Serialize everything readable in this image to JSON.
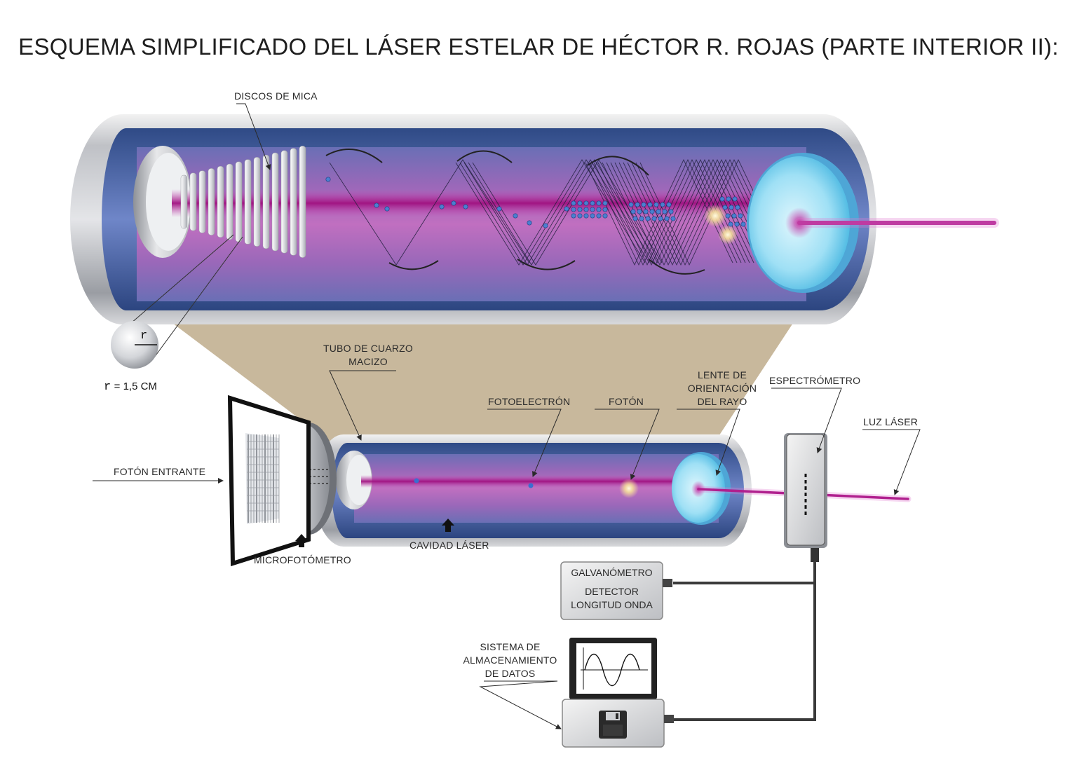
{
  "title": "ESQUEMA SIMPLIFICADO DEL LÁSER ESTELAR DE HÉCTOR R. ROJAS (PARTE INTERIOR II):",
  "labels": {
    "discos_mica": "DISCOS DE MICA",
    "radius_symbol": "r",
    "radius_value": "= 1,5 CM",
    "tubo_cuarzo_line1": "TUBO DE CUARZO",
    "tubo_cuarzo_line2": "MACIZO",
    "fotoelectron": "FOTOELECTRÓN",
    "foton": "FOTÓN",
    "lente_line1": "LENTE DE",
    "lente_line2": "ORIENTACIÓN",
    "lente_line3": "DEL RAYO",
    "espectrometro": "ESPECTRÓMETRO",
    "luz_laser": "LUZ LÁSER",
    "foton_entrante": "FOTÓN ENTRANTE",
    "microfotometro": "MICROFOTÓMETRO",
    "cavidad_laser": "CAVIDAD LÁSER",
    "galvanometro": "GALVANÓMETRO",
    "detector_line1": "DETECTOR",
    "detector_line2": "LONGITUD ONDA",
    "sistema_line1": "SISTEMA DE",
    "sistema_line2": "ALMACENAMIENTO",
    "sistema_line3": "DE DATOS"
  },
  "colors": {
    "tube_blue": "#3e5d9c",
    "tube_violet": "#8a5bb0",
    "beam_magenta": "#b0208e",
    "silver": "#c9cbcf",
    "cone_beige": "#c8b89c",
    "lens_cyan": "#8fdcf3",
    "particle_blue": "#4a7fd0"
  },
  "icons": [
    "floppy-disk-icon",
    "sine-wave-icon",
    "arrow-up-icon"
  ]
}
